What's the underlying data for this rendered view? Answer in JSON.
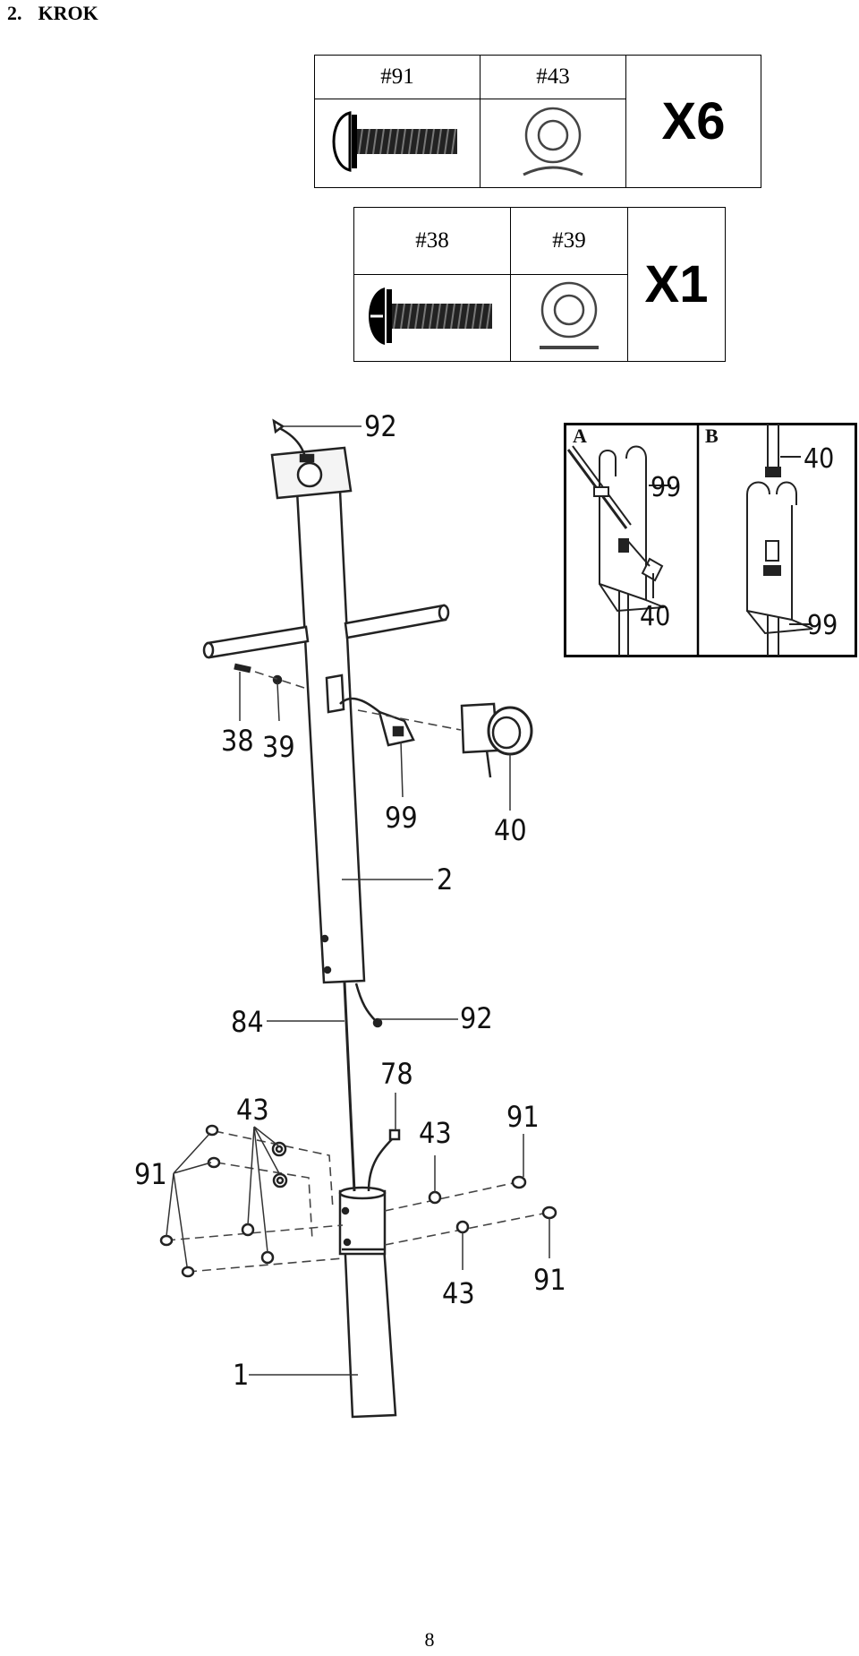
{
  "header": {
    "step_number": "2.",
    "step_word": "KROK"
  },
  "parts_tables": [
    {
      "codes": [
        "#91",
        "#43"
      ],
      "parts": [
        "bolt-91",
        "washer-43"
      ],
      "quantity": "X6"
    },
    {
      "codes": [
        "#38",
        "#39"
      ],
      "parts": [
        "bolt-38",
        "washer-39"
      ],
      "quantity": "X1"
    }
  ],
  "diagram_labels": {
    "p92_top": "92",
    "p38": "38",
    "p39": "39",
    "p99": "99",
    "p40": "40",
    "p2": "2",
    "p84": "84",
    "p92_bottom": "92",
    "p78": "78",
    "p43_left": "43",
    "p43_right_top": "43",
    "p43_right_bottom": "43",
    "p91_left": "91",
    "p91_right_top": "91",
    "p91_right_bottom": "91",
    "p1": "1"
  },
  "inset": {
    "a_letter": "A",
    "b_letter": "B",
    "a_99": "99",
    "a_40": "40",
    "b_40": "40",
    "b_99": "99"
  },
  "footer": {
    "page_number": "8"
  }
}
